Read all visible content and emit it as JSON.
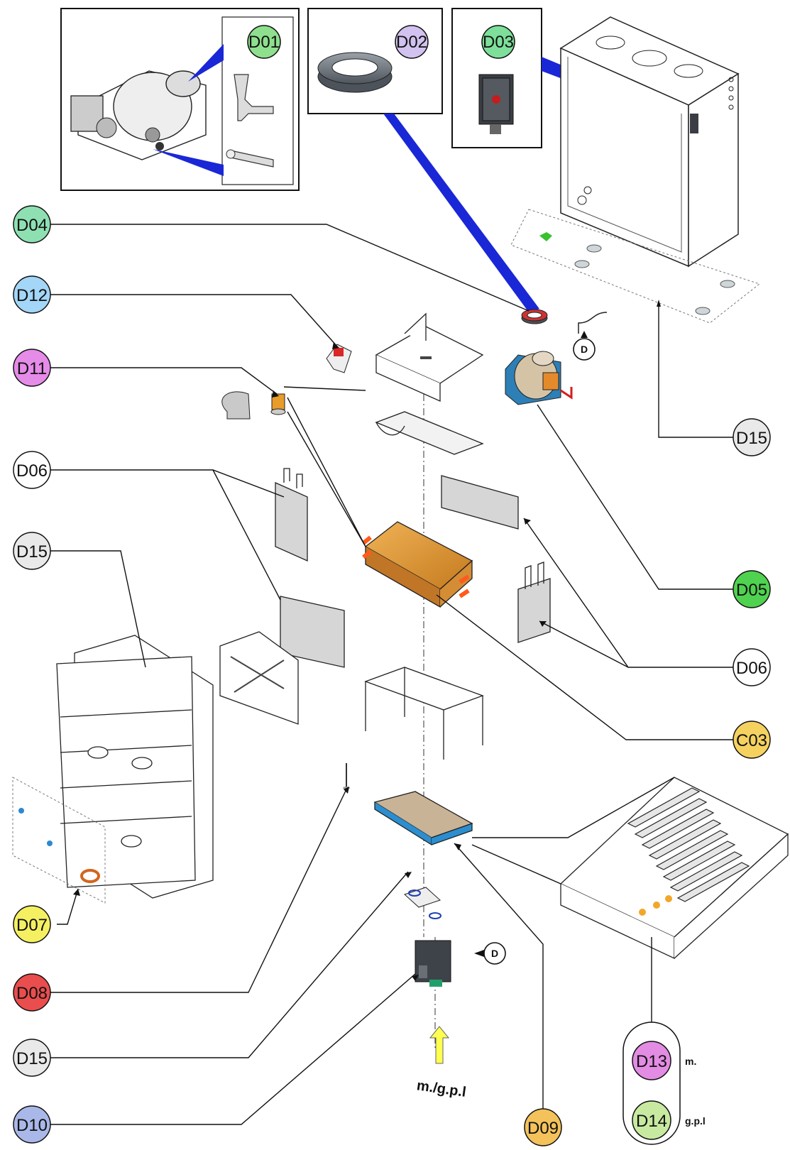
{
  "callouts": [
    {
      "id": "d01",
      "text": "D01",
      "color": "#8ee08e"
    },
    {
      "id": "d02",
      "text": "D02",
      "color": "#d2c2ef"
    },
    {
      "id": "d03",
      "text": "D03",
      "color": "#7ddf9a"
    },
    {
      "id": "d04",
      "text": "D04",
      "color": "#8ee0b2"
    },
    {
      "id": "d12",
      "text": "D12",
      "color": "#a3d6f7"
    },
    {
      "id": "d11",
      "text": "D11",
      "color": "#e58be8"
    },
    {
      "id": "d06a",
      "text": "D06",
      "color": "#ffffff"
    },
    {
      "id": "d15a",
      "text": "D15",
      "color": "#e9e9e9"
    },
    {
      "id": "d07",
      "text": "D07",
      "color": "#f5f061"
    },
    {
      "id": "d08",
      "text": "D08",
      "color": "#ea4d4d"
    },
    {
      "id": "d15b",
      "text": "D15",
      "color": "#e9e9e9"
    },
    {
      "id": "d10",
      "text": "D10",
      "color": "#a9b8e8"
    },
    {
      "id": "d09",
      "text": "D09",
      "color": "#f4c25a"
    },
    {
      "id": "d15c",
      "text": "D15",
      "color": "#e9e9e9"
    },
    {
      "id": "d05",
      "text": "D05",
      "color": "#4fd24f"
    },
    {
      "id": "d06b",
      "text": "D06",
      "color": "#ffffff"
    },
    {
      "id": "c03",
      "text": "C03",
      "color": "#f5d260"
    },
    {
      "id": "d13",
      "text": "D13",
      "color": "#e38ce3"
    },
    {
      "id": "d14",
      "text": "D14",
      "color": "#c8eaa0"
    }
  ],
  "variants": {
    "d13_suffix": "m.",
    "d14_suffix": "g.p.l"
  },
  "connection_marker": "D",
  "gas_inlet_label": "m./g.p.l"
}
